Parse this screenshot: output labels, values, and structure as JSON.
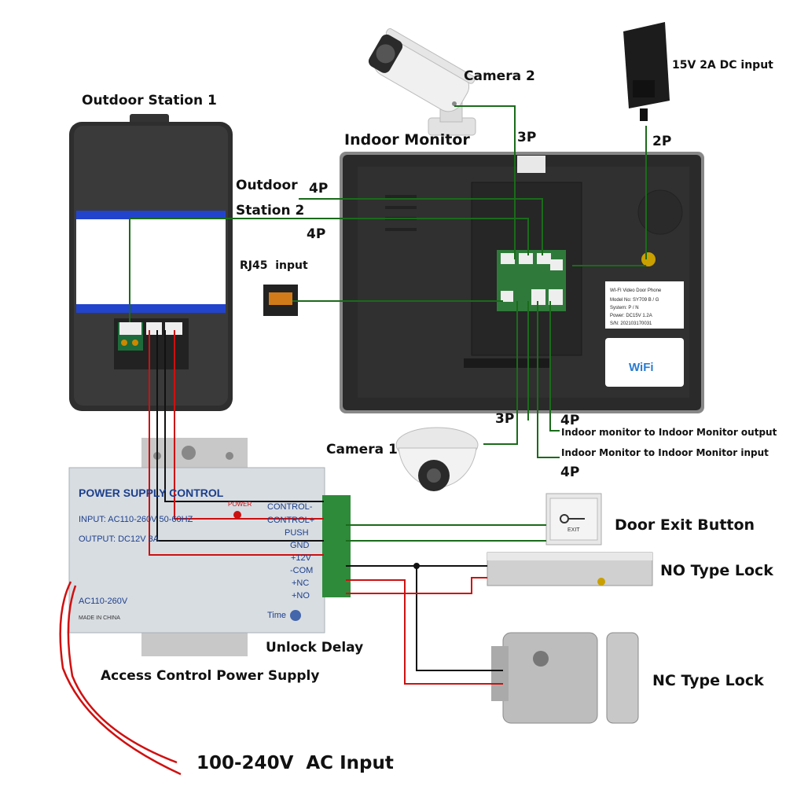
{
  "labels": {
    "outdoor_station_1": "Outdoor Station 1",
    "camera_2": "Camera 2",
    "dc_input": "15V 2A DC input",
    "indoor_monitor": "Indoor Monitor",
    "outdoor_station_2_line1": "Outdoor",
    "outdoor_station_2_line2": "Station 2",
    "rj45_input": "RJ45  input",
    "camera_1": "Camera 1",
    "door_exit_button": "Door Exit Button",
    "no_type_lock": "NO Type Lock",
    "nc_type_lock": "NC Type Lock",
    "unlock_delay": "Unlock Delay",
    "access_control_power_supply": "Access Control Power Supply",
    "ac_input": "100-240V  AC Input",
    "im_output": "Indoor monitor to Indoor Monitor output",
    "im_input": "Indoor Monitor to Indoor Monitor input"
  },
  "pin_counts": {
    "camera2": "3P",
    "dc": "2P",
    "outdoor2_top": "4P",
    "outdoor2_bottom": "4P",
    "camera1": "3P",
    "im_output": "4P",
    "im_input": "4P"
  },
  "power_supply": {
    "title": "POWER SUPPLY CONTROL",
    "input": "INPUT: AC110-260V 50-60HZ",
    "output": "OUTPUT: DC12V  3A",
    "power": "POWER",
    "ac": "AC110-260V",
    "made_in": "MADE IN CHINA",
    "time": "Time",
    "terminals": [
      "CONTROL-",
      "CONTROL+",
      "PUSH",
      "GND",
      "+12V",
      "-COM",
      "+NC",
      "+NO"
    ]
  },
  "monitor_sticker": {
    "line1": "WI-FI Video Door Phone",
    "line2": "Model No: SY709 B / G",
    "line3": "System: P / N",
    "line4": "Power: DC15V  1.2A",
    "line5": "S/N: 202103170031"
  },
  "wifi_logo": "WiFi",
  "exit_button_text": "EXIT",
  "colors": {
    "wire_green": "#1a6b1a",
    "wire_red": "#d01010",
    "wire_black": "#111111",
    "monitor_body": "#2b2b2b",
    "psu_body": "#d8dde2",
    "psu_title": "#1c3f8c"
  }
}
